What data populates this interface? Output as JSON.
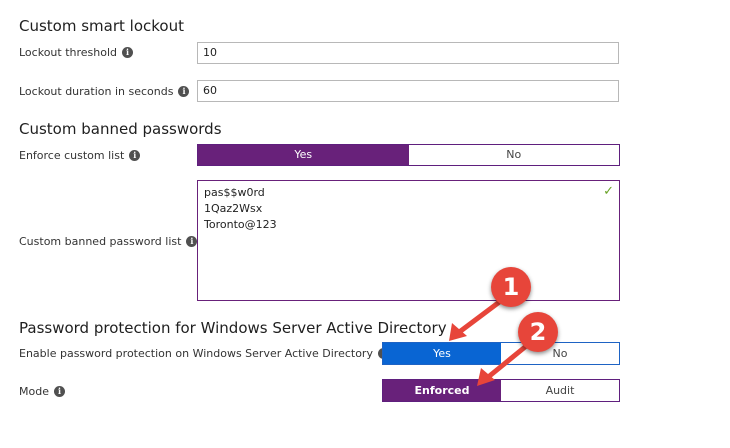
{
  "smart_lockout": {
    "heading": "Custom smart lockout",
    "threshold_label": "Lockout threshold",
    "threshold_value": "10",
    "duration_label": "Lockout duration in seconds",
    "duration_value": "60"
  },
  "banned_passwords": {
    "heading": "Custom banned passwords",
    "enforce_label": "Enforce custom list",
    "enforce_yes": "Yes",
    "enforce_no": "No",
    "enforce_selected": "Yes",
    "list_label": "Custom banned password list",
    "list_items": [
      "pas$$w0rd",
      "1Qaz2Wsx",
      "Toronto@123"
    ]
  },
  "ad_protection": {
    "heading": "Password protection for Windows Server Active Directory",
    "enable_label": "Enable password protection on Windows Server Active Directory",
    "enable_yes": "Yes",
    "enable_no": "No",
    "enable_selected": "Yes",
    "mode_label": "Mode",
    "mode_enforced": "Enforced",
    "mode_audit": "Audit",
    "mode_selected": "Enforced"
  },
  "annotations": {
    "badge1": "1",
    "badge2": "2"
  },
  "colors": {
    "purple_accent": "#68217a",
    "blue_accent": "#0965d3",
    "annotation_red": "#e7453a",
    "valid_check": "#6aa328"
  },
  "icons": {
    "info": "info-icon",
    "valid": "checkmark-icon"
  }
}
